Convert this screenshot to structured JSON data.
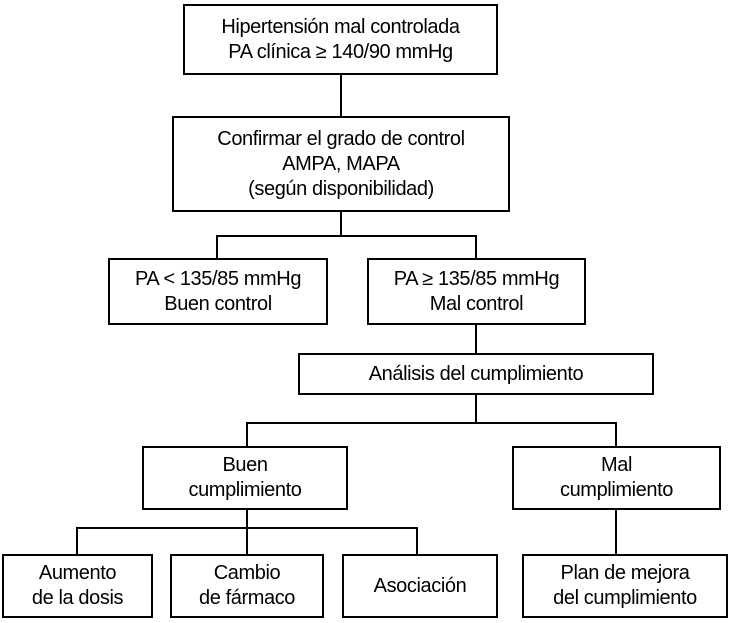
{
  "diagram": {
    "type": "flowchart",
    "language": "es",
    "background_color": "#ffffff",
    "box_border_color": "#000000",
    "text_color": "#000000",
    "nodes": {
      "hipertension": {
        "lines": [
          "Hipertensión mal controlada",
          "PA clínica ≥ 140/90 mmHg"
        ]
      },
      "confirmar": {
        "lines": [
          "Confirmar el grado de control",
          "AMPA, MAPA",
          "(según disponibilidad)"
        ]
      },
      "buen_control": {
        "lines": [
          "PA < 135/85 mmHg",
          "Buen control"
        ]
      },
      "mal_control": {
        "lines": [
          "PA ≥ 135/85 mmHg",
          "Mal control"
        ]
      },
      "analisis": {
        "lines": [
          "Análisis del cumplimiento"
        ]
      },
      "buen_cumplimiento": {
        "lines": [
          "Buen",
          "cumplimiento"
        ]
      },
      "mal_cumplimiento": {
        "lines": [
          "Mal",
          "cumplimiento"
        ]
      },
      "aumento_dosis": {
        "lines": [
          "Aumento",
          "de la dosis"
        ]
      },
      "cambio_farmaco": {
        "lines": [
          "Cambio",
          "de fármaco"
        ]
      },
      "asociacion": {
        "lines": [
          "Asociación"
        ]
      },
      "plan_mejora": {
        "lines": [
          "Plan de mejora",
          "del cumplimiento"
        ]
      }
    },
    "edges": [
      "hipertension -> confirmar",
      "confirmar -> buen_control",
      "confirmar -> mal_control",
      "mal_control -> analisis",
      "analisis -> buen_cumplimiento",
      "analisis -> mal_cumplimiento",
      "buen_cumplimiento -> aumento_dosis",
      "buen_cumplimiento -> cambio_farmaco",
      "buen_cumplimiento -> asociacion",
      "mal_cumplimiento -> plan_mejora"
    ]
  }
}
